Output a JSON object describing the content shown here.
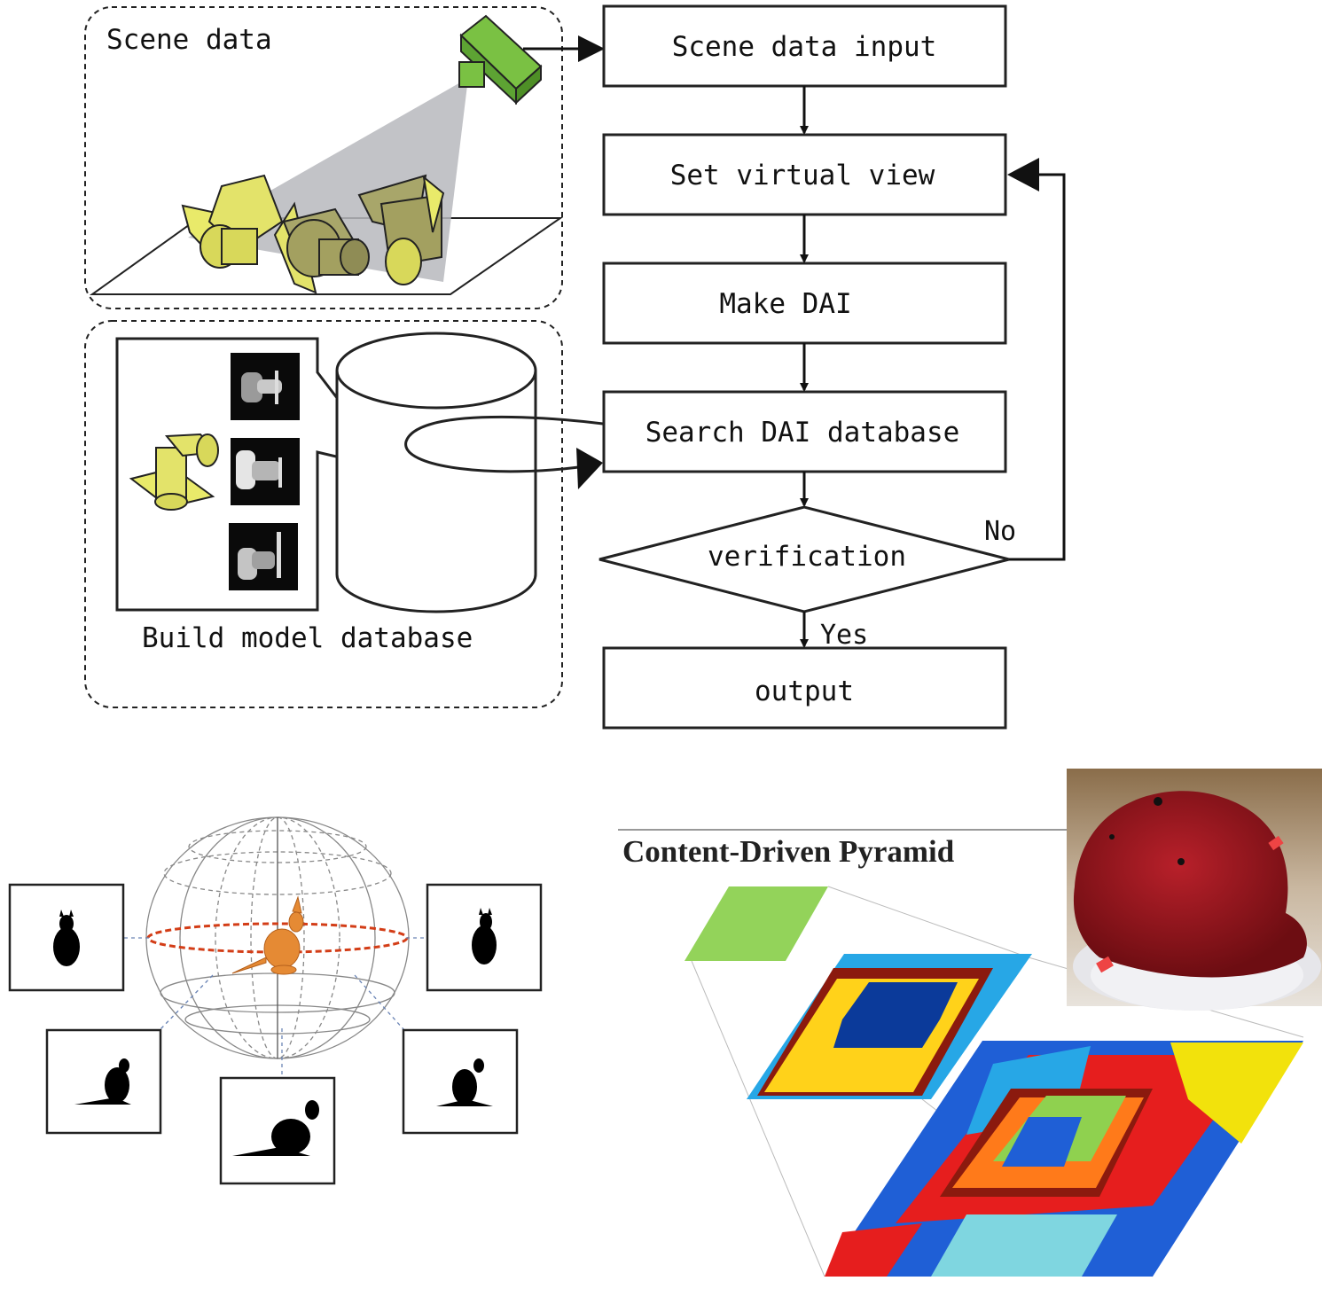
{
  "flowchart": {
    "steps": [
      "Scene data input",
      "Set virtual view",
      "Make DAI",
      "Search DAI database"
    ],
    "decision": "verification",
    "no_label": "No",
    "yes_label": "Yes",
    "output": "output"
  },
  "scene_panel": {
    "title": "Scene data"
  },
  "model_panel": {
    "caption": "Build model database"
  },
  "pyramid": {
    "title": "Content-Driven Pyramid",
    "colors": [
      "#0b3a9a",
      "#1f5fd6",
      "#27a7e6",
      "#7fd6e0",
      "#8fd14f",
      "#f2e20c",
      "#ffd21a",
      "#ff7a1a",
      "#e61e1e",
      "#8b1a0e"
    ]
  }
}
